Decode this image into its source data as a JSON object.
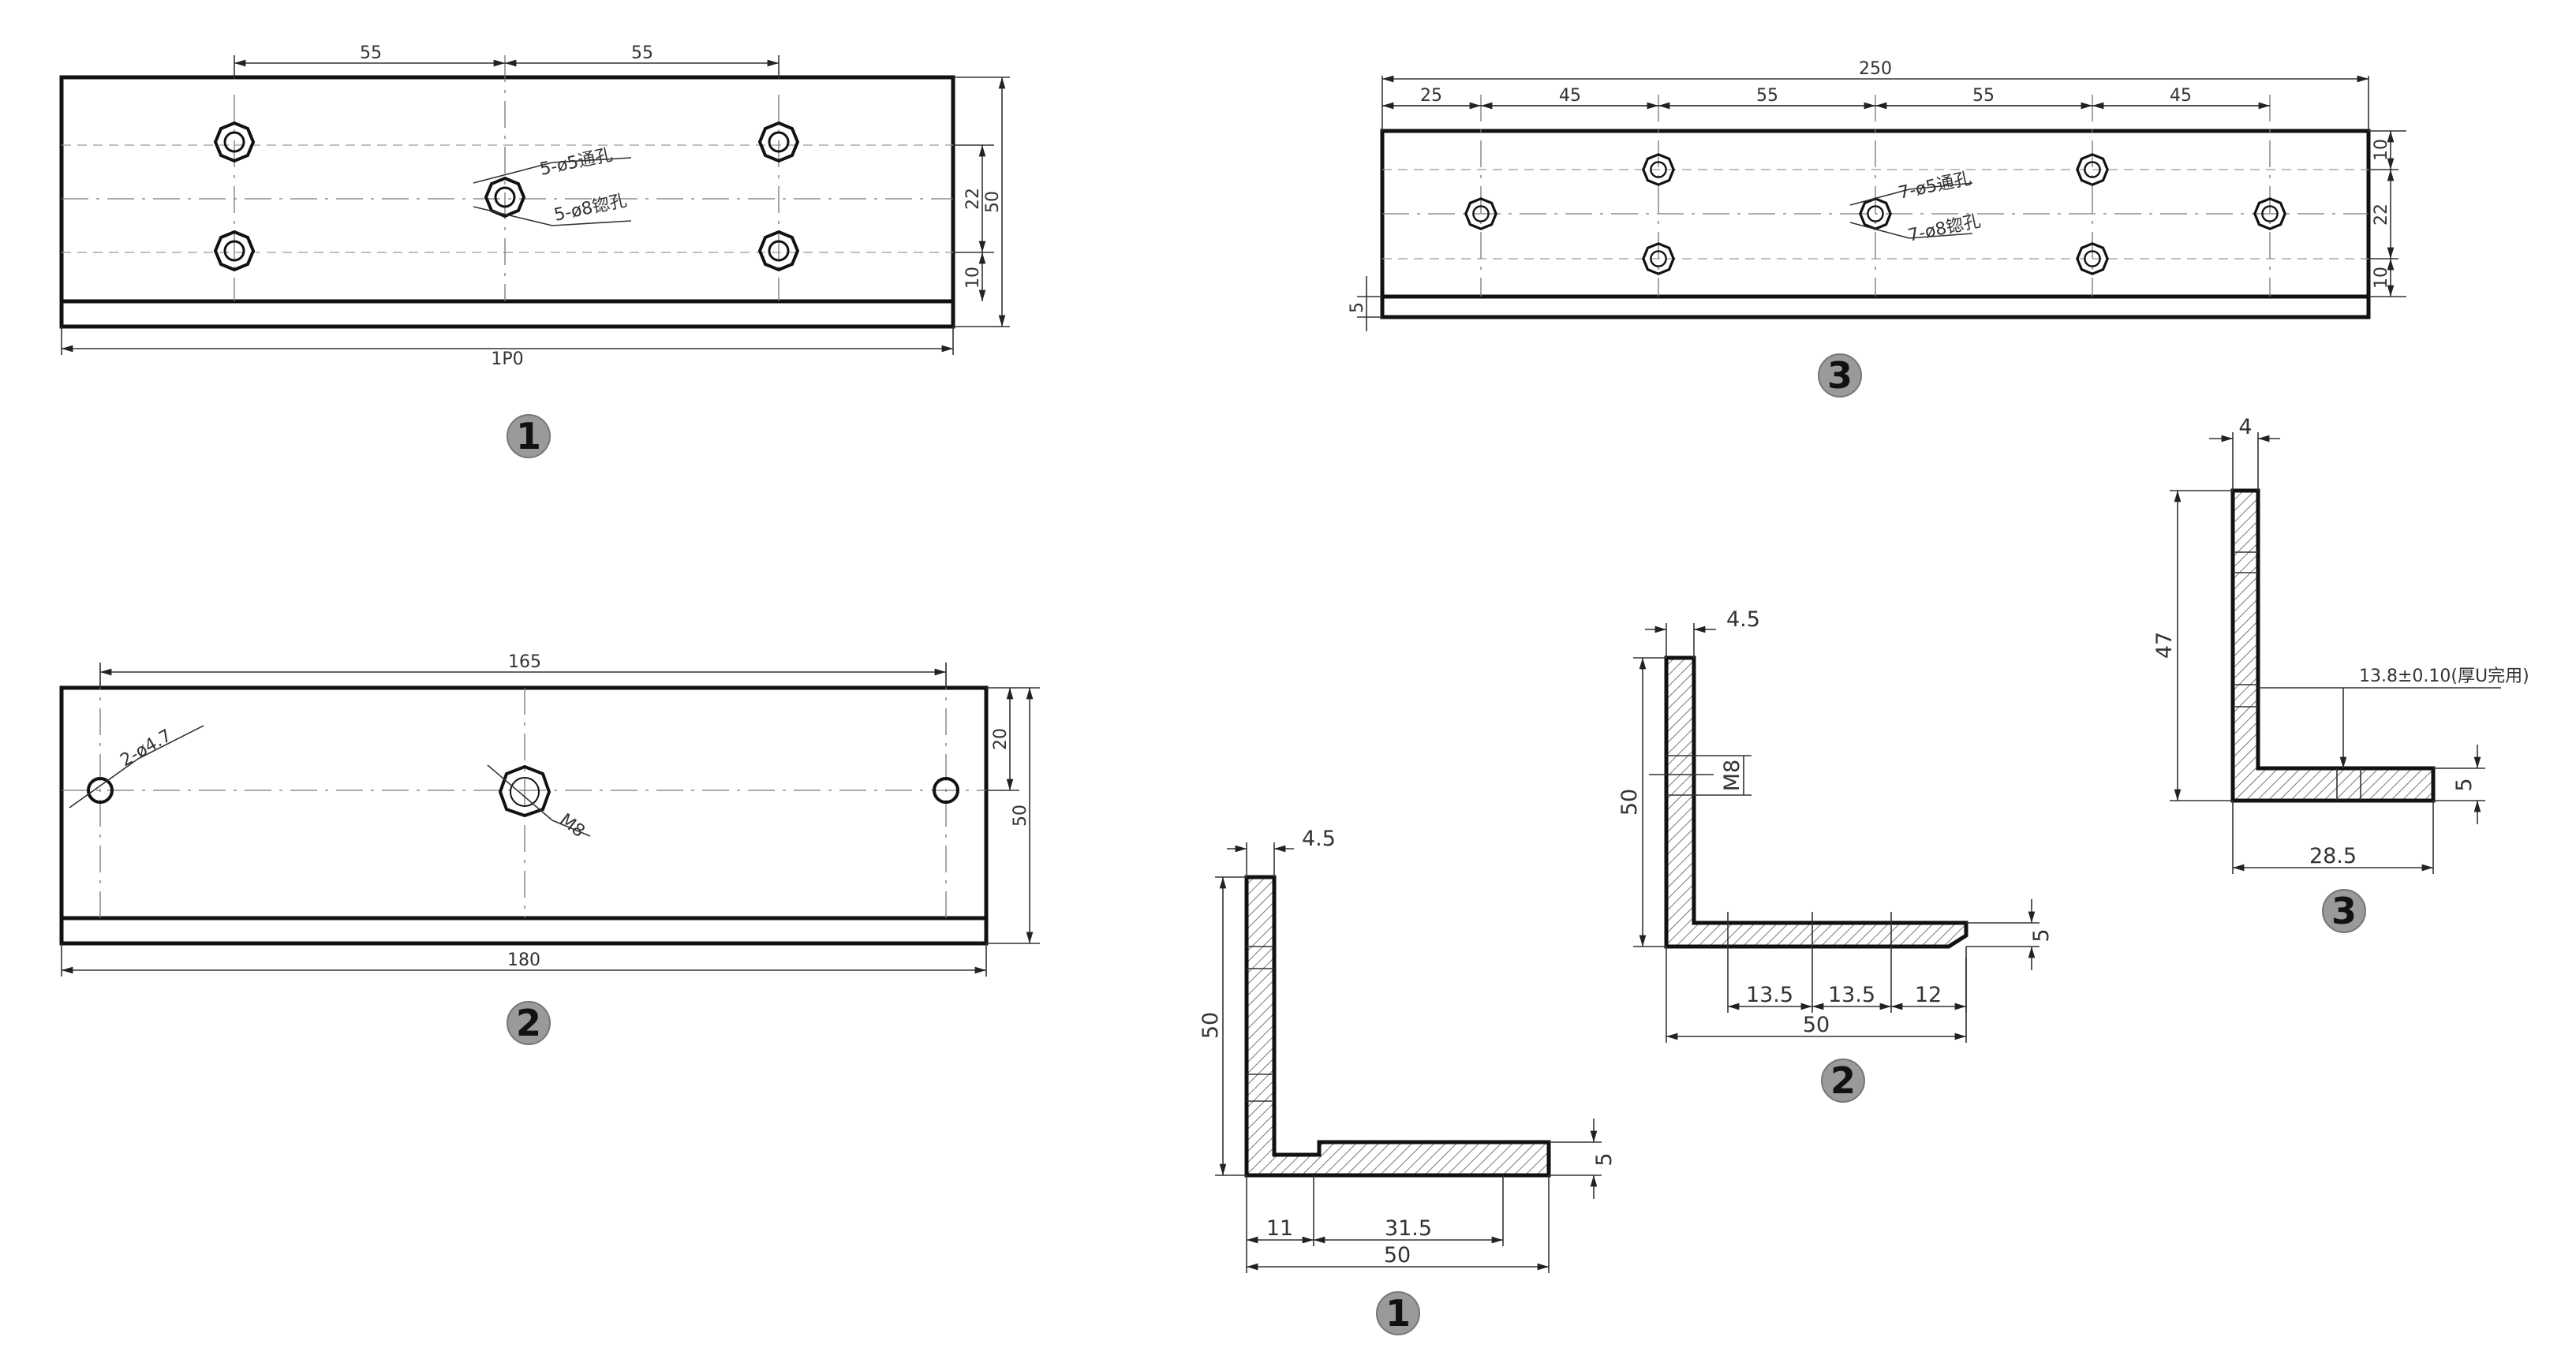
{
  "views": {
    "front1": {
      "badge": "1",
      "dims": {
        "top_left": "55",
        "top_right": "55",
        "bottom": "1P0",
        "right_a": "22",
        "right_b": "50",
        "right_c": "10"
      },
      "callout_a": "5-ø5通孔",
      "callout_b": "5-ø8锪孔"
    },
    "front2": {
      "badge": "2",
      "dims": {
        "top": "165",
        "bottom": "180",
        "right_a": "20",
        "right_b": "50"
      },
      "callout_a": "2-ø4.7",
      "callout_b": "M8"
    },
    "front3": {
      "badge": "3",
      "dims": {
        "overall": "250",
        "s1": "25",
        "s2": "45",
        "s3": "55",
        "s4": "55",
        "s5": "45",
        "left": "5",
        "right_a": "10",
        "right_b": "22",
        "right_c": "10"
      },
      "callout_a": "7-ø5通孔",
      "callout_b": "7-ø8锪孔"
    },
    "side1": {
      "badge": "1",
      "dims": {
        "thickness": "4.5",
        "height": "50",
        "flange": "5",
        "a": "11",
        "b": "31.5",
        "width": "50"
      }
    },
    "side2": {
      "badge": "2",
      "dims": {
        "thickness": "4.5",
        "height": "50",
        "thread": "M8",
        "flange": "5",
        "a": "13.5",
        "b": "13.5",
        "c": "12",
        "width": "50"
      }
    },
    "side3": {
      "badge": "3",
      "dims": {
        "thickness": "4",
        "height": "47",
        "note": "13.8±0.10(厚U完用)",
        "flange": "5",
        "width": "28.5"
      }
    }
  }
}
